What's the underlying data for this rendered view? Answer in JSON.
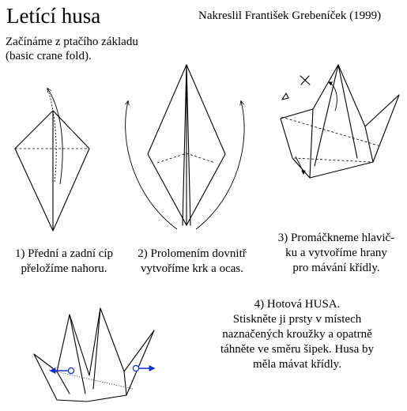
{
  "header": {
    "title": "Letící husa",
    "author": "Nakreslil František Grebeníček (1999)"
  },
  "intro": {
    "line1": "Začínáme z ptačího základu",
    "line2": "(basic crane fold)."
  },
  "steps": [
    {
      "lines": [
        "1) Přední a zadní cíp",
        "přeložíme nahoru."
      ]
    },
    {
      "lines": [
        "2) Prolomením dovnitř",
        "vytvoříme krk a ocas."
      ]
    },
    {
      "lines": [
        "3) Promáčkneme hlavič-",
        "ku a vytvoříme hrany",
        "pro mávání křídly."
      ]
    },
    {
      "lines": [
        "4) Hotová HUSA.",
        "Stiskněte ji prsty v místech",
        "naznačených kroužky a opatrně",
        "táhněte ve směru šipek. Husa by",
        "měla mávat křídly."
      ]
    }
  ],
  "colors": {
    "arrow_blue": "#0a2fd1",
    "line": "#000000",
    "background": "#ffffff"
  },
  "icons": {
    "valley_fold": "curved-arrow-icon",
    "cut_mark": "x-mark-icon",
    "pull": "blue-arrow-icon"
  }
}
